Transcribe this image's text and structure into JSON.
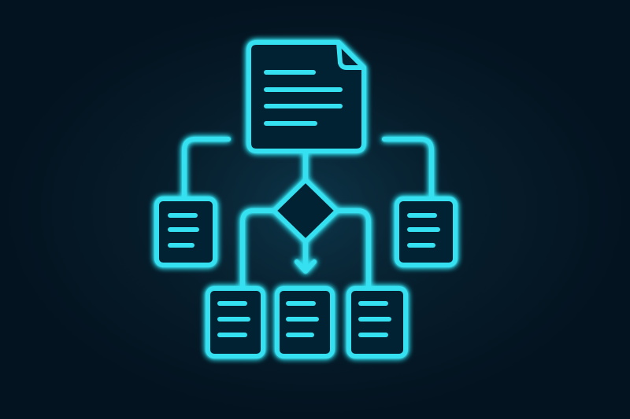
{
  "diagram": {
    "icon": "document-flowchart-icon",
    "style": "neon-outline",
    "colors": {
      "background": "#041320",
      "glow_background": "#0a2a3a",
      "stroke": "#36e0f0",
      "stroke_core": "#6ff3ff",
      "fill": "#052030"
    },
    "nodes": [
      {
        "id": "main-document",
        "kind": "document-folded-corner",
        "text_lines": 4
      },
      {
        "id": "decision",
        "kind": "diamond"
      },
      {
        "id": "left-document",
        "kind": "document",
        "text_lines": 3
      },
      {
        "id": "right-document",
        "kind": "document",
        "text_lines": 3
      },
      {
        "id": "bottom-left-document",
        "kind": "document",
        "text_lines": 3
      },
      {
        "id": "bottom-center-document",
        "kind": "document",
        "text_lines": 3
      },
      {
        "id": "bottom-right-document",
        "kind": "document",
        "text_lines": 3
      }
    ],
    "edges": [
      {
        "from": "main-document",
        "to": "left-document"
      },
      {
        "from": "main-document",
        "to": "right-document"
      },
      {
        "from": "main-document",
        "to": "decision"
      },
      {
        "from": "decision",
        "to": "bottom-left-document"
      },
      {
        "from": "decision",
        "to": "bottom-center-document",
        "arrow": true
      },
      {
        "from": "decision",
        "to": "bottom-right-document"
      }
    ]
  }
}
